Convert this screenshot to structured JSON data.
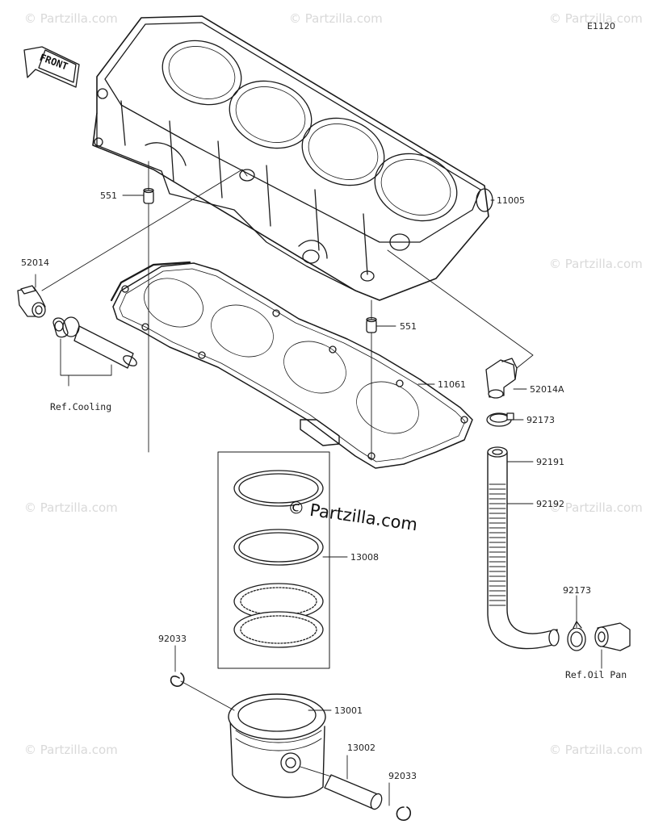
{
  "diagram_code": "E1120",
  "front_label": "FRONT",
  "watermark_text": "Partzilla.com",
  "watermark_center": "© Partzilla.com",
  "parts": {
    "p11005": "11005",
    "p551_top": "551",
    "p551_mid": "551",
    "p52014": "52014",
    "p52014a": "52014A",
    "p11061": "11061",
    "p92173_a": "92173",
    "p92191": "92191",
    "p92192": "92192",
    "p13008": "13008",
    "p92173_b": "92173",
    "p92033_a": "92033",
    "p13001": "13001",
    "p13002": "13002",
    "p92033_b": "92033"
  },
  "refs": {
    "cooling": "Ref.Cooling",
    "oil_pan": "Ref.Oil Pan"
  },
  "colors": {
    "line": "#1a1a1a",
    "watermark": "#d9d9d9",
    "background": "#ffffff"
  }
}
